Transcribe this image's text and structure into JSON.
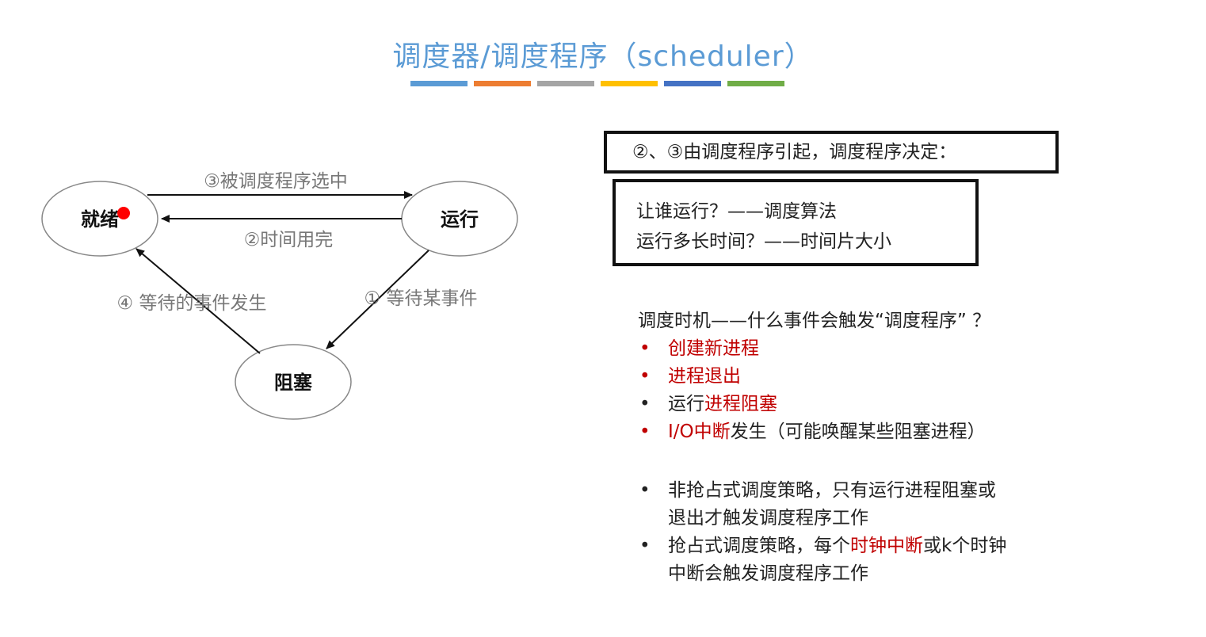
{
  "title": "调度器/调度程序（scheduler）",
  "title_bar_colors": [
    "#5b9bd5",
    "#ed7d31",
    "#a5a5a5",
    "#ffc000",
    "#4472c4",
    "#70ad47"
  ],
  "diagram": {
    "nodes": {
      "ready": "就绪",
      "running": "运行",
      "blocked": "阻塞"
    },
    "edges": {
      "dispatch": "③被调度程序选中",
      "timeout": "②时间用完",
      "wait": "① 等待某事件",
      "wakeup": "④ 等待的事件发生"
    },
    "marker_color": "#ff0000"
  },
  "box1": {
    "text": "②、③由调度程序引起，调度程序决定："
  },
  "box2": {
    "line1": "让谁运行？——调度算法",
    "line2": "运行多长时间？——时间片大小"
  },
  "timing": {
    "heading": "调度时机——什么事件会触发“调度程序” ？",
    "items": [
      {
        "bullet": "•",
        "red": "创建新进程",
        "black": ""
      },
      {
        "bullet": "•",
        "red": "进程退出",
        "black": ""
      },
      {
        "bullet": "•",
        "black_pre": "运行",
        "red": "进程阻塞"
      },
      {
        "bullet": "•",
        "red": "I/O中断",
        "black": "发生（可能唤醒某些阻塞进程）"
      }
    ]
  },
  "strategies": {
    "nonpreemptive_line1": "非抢占式调度策略，只有运行进程阻塞或",
    "nonpreemptive_line2": "退出才触发调度程序工作",
    "preemptive_pre": "抢占式调度策略，每个",
    "preemptive_red": "时钟中断",
    "preemptive_post": "或k个时钟",
    "preemptive_line2": "中断会触发调度程序工作",
    "bullet": "•"
  }
}
